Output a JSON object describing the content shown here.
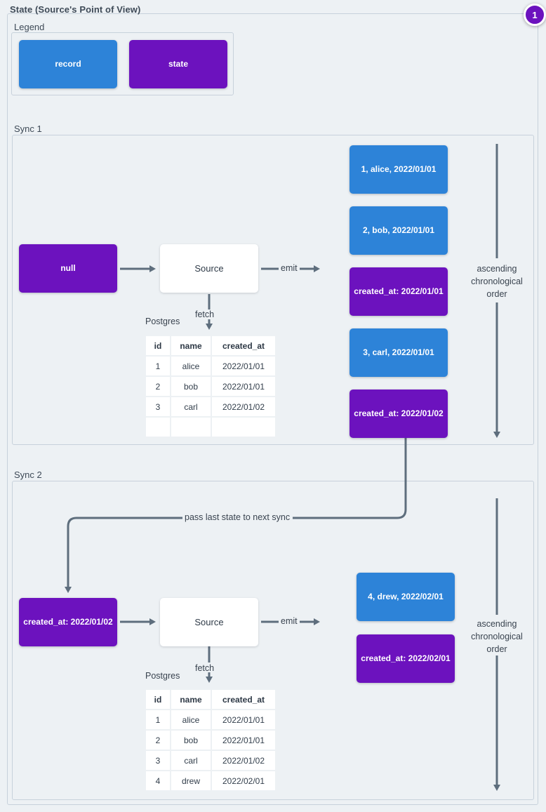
{
  "diagram": {
    "title": "State (Source's Point of View)",
    "badge": "1",
    "colors": {
      "record_blue": "#2d83d8",
      "state_purple": "#6c12be",
      "connector_gray": "#5e6e7d",
      "background": "#edf1f4",
      "frame_border": "#c7d1db"
    }
  },
  "legend": {
    "label": "Legend",
    "items": [
      {
        "label": "record",
        "kind": "record"
      },
      {
        "label": "state",
        "kind": "state"
      }
    ]
  },
  "pass_label": "pass last state to next sync",
  "sync1": {
    "label": "Sync 1",
    "input_state": "null",
    "source": "Source",
    "emit_label": "emit",
    "fetch_label": "fetch",
    "db_label": "Postgres",
    "order_label": "ascending chronological order",
    "table": {
      "headers": [
        "id",
        "name",
        "created_at"
      ],
      "rows": [
        [
          "1",
          "alice",
          "2022/01/01"
        ],
        [
          "2",
          "bob",
          "2022/01/01"
        ],
        [
          "3",
          "carl",
          "2022/01/02"
        ],
        [
          "",
          "",
          ""
        ]
      ]
    },
    "outputs": [
      {
        "kind": "record",
        "text": "1, alice, 2022/01/01"
      },
      {
        "kind": "record",
        "text": "2, bob, 2022/01/01"
      },
      {
        "kind": "state",
        "text": "created_at: 2022/01/01"
      },
      {
        "kind": "record",
        "text": "3, carl, 2022/01/01"
      },
      {
        "kind": "state",
        "text": "created_at: 2022/01/02"
      }
    ]
  },
  "sync2": {
    "label": "Sync 2",
    "input_state": "created_at: 2022/01/02",
    "source": "Source",
    "emit_label": "emit",
    "fetch_label": "fetch",
    "db_label": "Postgres",
    "order_label": "ascending chronological order",
    "table": {
      "headers": [
        "id",
        "name",
        "created_at"
      ],
      "rows": [
        [
          "1",
          "alice",
          "2022/01/01"
        ],
        [
          "2",
          "bob",
          "2022/01/01"
        ],
        [
          "3",
          "carl",
          "2022/01/02"
        ],
        [
          "4",
          "drew",
          "2022/02/01"
        ]
      ]
    },
    "outputs": [
      {
        "kind": "record",
        "text": "4, drew, 2022/02/01"
      },
      {
        "kind": "state",
        "text": "created_at: 2022/02/01"
      }
    ]
  }
}
